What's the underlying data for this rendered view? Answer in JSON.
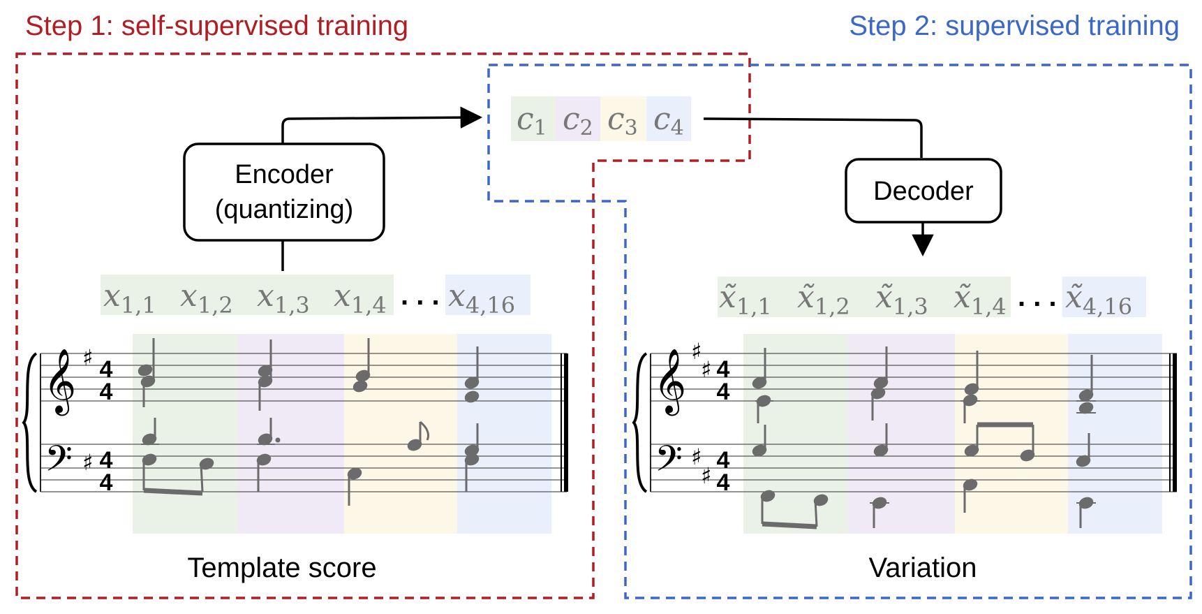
{
  "step1": {
    "label": "Step 1: self-supervised training",
    "color": "#b01e23"
  },
  "step2": {
    "label": "Step 2: supervised training",
    "color": "#3a67c8"
  },
  "encoder": {
    "line1": "Encoder",
    "line2": "(quantizing)"
  },
  "decoder": {
    "label": "Decoder"
  },
  "codes": [
    {
      "base": "c",
      "sub": "1"
    },
    {
      "base": "c",
      "sub": "2"
    },
    {
      "base": "c",
      "sub": "3"
    },
    {
      "base": "c",
      "sub": "4"
    }
  ],
  "input_tokens": [
    {
      "base": "x",
      "sub": "1,1"
    },
    {
      "base": "x",
      "sub": "1,2"
    },
    {
      "base": "x",
      "sub": "1,3"
    },
    {
      "base": "x",
      "sub": "1,4"
    },
    {
      "base": "x",
      "sub": "4,16"
    }
  ],
  "output_tokens": [
    {
      "base": "x̃",
      "sub": "1,1"
    },
    {
      "base": "x̃",
      "sub": "1,2"
    },
    {
      "base": "x̃",
      "sub": "1,3"
    },
    {
      "base": "x̃",
      "sub": "1,4"
    },
    {
      "base": "x̃",
      "sub": "4,16"
    }
  ],
  "ellipsis": ". . .",
  "template_caption": "Template score",
  "variation_caption": "Variation",
  "time_signature": {
    "top": "4",
    "bottom": "4"
  },
  "colors": {
    "green": "#eaf1e6",
    "purple": "#efeaf5",
    "yellow": "#fcf7e6",
    "blue": "#eaf0fb",
    "note": "#6b6b6b",
    "token_text": "#777777"
  }
}
